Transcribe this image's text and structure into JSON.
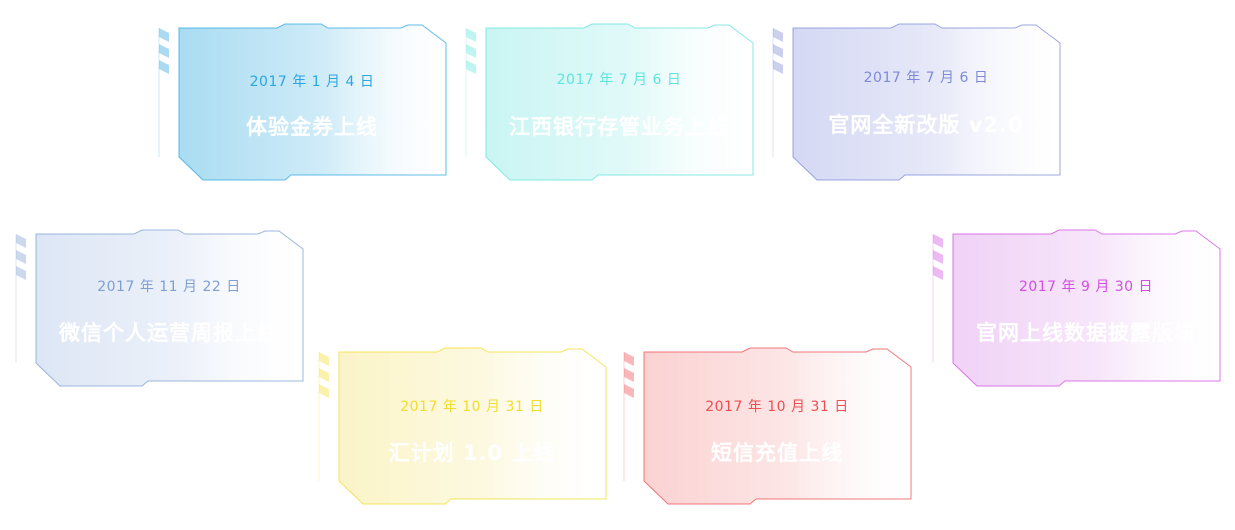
{
  "milestones": [
    {
      "date": "2017 年 1 月 4 日",
      "title": "体验金券上线",
      "accent": "#2ca6e0",
      "fill": "#a9dcf2"
    },
    {
      "date": "2017 年 7 月 6 日",
      "title": "江西银行存管业务上线",
      "accent": "#5fe3de",
      "fill": "#c9f5f3"
    },
    {
      "date": "2017 年 7 月 6 日",
      "title": "官网全新改版 v2.0",
      "accent": "#7d8ad6",
      "fill": "#d4d8f3"
    },
    {
      "date": "2017 年 11 月 22 日",
      "title": "微信个人运营周报上线",
      "accent": "#7f9fd0",
      "fill": "#dde6f5"
    },
    {
      "date": "2017 年 9 月 30 日",
      "title": "官网上线数据披露版块",
      "accent": "#d24ee0",
      "fill": "#f0d2f6"
    },
    {
      "date": "2017 年 10 月 31 日",
      "title": "汇计划 1.0 上线",
      "accent": "#f2dd2a",
      "fill": "#fbf4c8"
    },
    {
      "date": "2017 年 10 月 31 日",
      "title": "短信充值上线",
      "accent": "#ee4d52",
      "fill": "#fbd2d2"
    }
  ]
}
